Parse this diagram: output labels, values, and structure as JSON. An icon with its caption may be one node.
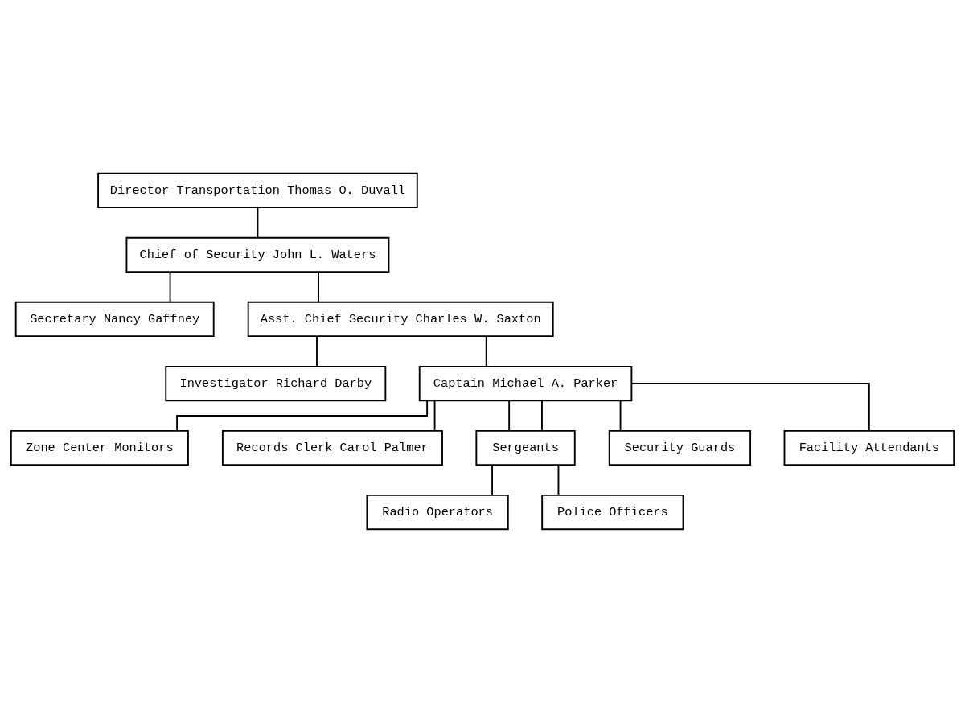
{
  "diagram": {
    "nodes": [
      {
        "text": [
          "Director Transportation Thomas O. Duvall"
        ]
      },
      {
        "text": [
          "Chief of Security John L. Waters"
        ]
      },
      {
        "text": [
          "Secretary Nancy Gaffney"
        ]
      },
      {
        "text": [
          "Asst. Chief Security Charles W. Saxton"
        ]
      },
      {
        "text": [
          "Investigator Richard Darby"
        ]
      },
      {
        "text": [
          "Captain Michael A. Parker"
        ]
      },
      {
        "text": [
          "Zone Center Monitors"
        ]
      },
      {
        "text": [
          "Records Clerk Carol Palmer"
        ]
      },
      {
        "text": [
          "Sergeants"
        ]
      },
      {
        "text": [
          "Security Guards"
        ]
      },
      {
        "text": [
          "Radio Operators"
        ]
      },
      {
        "text": [
          "Facility Attendants"
        ]
      },
      {
        "text": [
          "Police Officers"
        ]
      }
    ],
    "edges": [
      {
        "from": 0,
        "to": 1,
        "arrow": "none"
      },
      {
        "from": 1,
        "to": 2,
        "arrow": "none"
      },
      {
        "from": 1,
        "to": 3,
        "arrow": "none"
      },
      {
        "from": 3,
        "to": 4,
        "arrow": "none"
      },
      {
        "from": 3,
        "to": 5,
        "arrow": "none"
      },
      {
        "from": 5,
        "to": 6,
        "arrow": "none"
      },
      {
        "from": 5,
        "to": 8,
        "arrow": "none"
      },
      {
        "from": 5,
        "to": 9,
        "arrow": "none"
      },
      {
        "from": 5,
        "to": 11,
        "arrow": "none"
      },
      {
        "from": 5,
        "to": 7,
        "arrow": "none"
      },
      {
        "from": 5,
        "to": 8,
        "arrow": "none"
      },
      {
        "from": 8,
        "to": 10,
        "arrow": "none"
      },
      {
        "from": 8,
        "to": 12,
        "arrow": "none"
      }
    ]
  }
}
